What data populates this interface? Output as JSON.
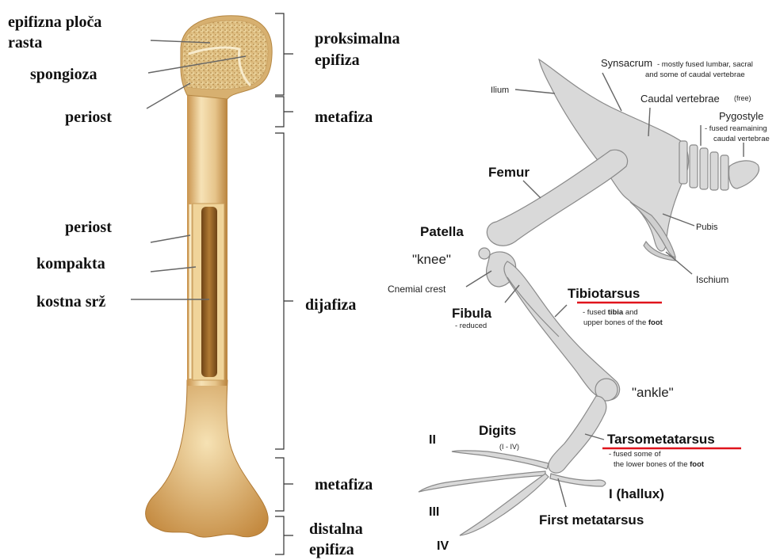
{
  "human_bone": {
    "epifizna_ploca": [
      "epifizna ploča",
      "rasta"
    ],
    "spongioza": "spongioza",
    "periost_top": "periost",
    "periost_mid": "periost",
    "kompakta": "kompakta",
    "kostna_srz": "kostna srž",
    "proksimalna_epifiza": [
      "proksimalna",
      "epifiza"
    ],
    "metafiza_top": "metafiza",
    "dijafiza": "dijafiza",
    "metafiza_bottom": "metafiza",
    "distalna_epifiza": [
      "distalna",
      "epifiza"
    ]
  },
  "bird_leg": {
    "synsacrum": "Synsacrum",
    "synsacrum_note": [
      "- mostly fused lumbar, sacral",
      "and some of caudal vertebrae"
    ],
    "ilium": "Ilium",
    "caudal_vertebrae": "Caudal vertebrae",
    "caudal_free": "(free)",
    "pygostyle": "Pygostyle",
    "pygostyle_note": [
      "- fused reamaining",
      "caudal vertebrae"
    ],
    "femur": "Femur",
    "pubis": "Pubis",
    "patella": "Patella",
    "knee": "\"knee\"",
    "ischium": "Ischium",
    "cnemial_crest": "Cnemial crest",
    "tibiotarsus": "Tibiotarsus",
    "tibiotarsus_note_a": "- fused ",
    "tibiotarsus_note_b": "tibia",
    "tibiotarsus_note_c": " and",
    "tibiotarsus_note2_a": "upper bones of the ",
    "tibiotarsus_note2_b": "foot",
    "fibula": "Fibula",
    "fibula_note": "- reduced",
    "ankle": "\"ankle\"",
    "digits": "Digits",
    "digits_range": "(I - IV)",
    "digit_2": "II",
    "digit_3": "III",
    "digit_4": "IV",
    "tarsometatarsus": "Tarsometatarsus",
    "tarsometatarsus_note": "- fused some of",
    "tarsometatarsus_note2_a": "the lower bones of the ",
    "tarsometatarsus_note2_b": "foot",
    "hallux": "I (hallux)",
    "first_metatarsus": "First metatarsus"
  },
  "colors": {
    "bone_light": "#f1d9a6",
    "bone_dark": "#c99a55",
    "marrow": "#8a5a22",
    "bird_bone": "#d9d9d9",
    "underline": "#e0141c"
  }
}
